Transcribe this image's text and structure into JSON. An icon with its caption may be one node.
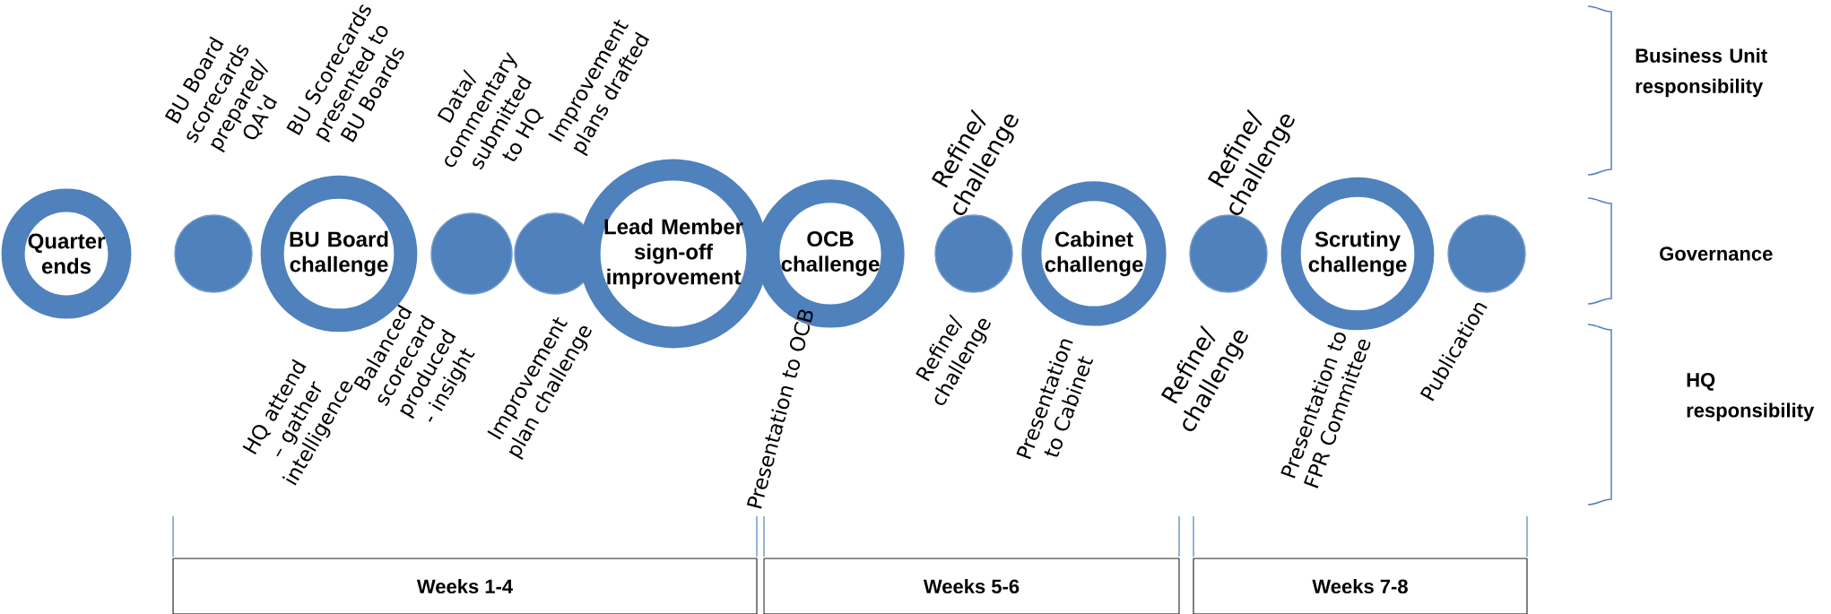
{
  "diagram": {
    "nodes": [
      {
        "text": [
          "Quarter ends"
        ]
      },
      {
        "text": [],
        "shape": "circle"
      },
      {
        "text": [
          "BU Board challenge"
        ]
      },
      {
        "text": [],
        "shape": "circle"
      },
      {
        "text": [],
        "shape": "circle"
      },
      {
        "text": [
          "Lead Member sign-off improvement"
        ]
      },
      {
        "text": [
          "OCB challenge"
        ]
      },
      {
        "text": [],
        "shape": "circle"
      },
      {
        "text": [
          "Cabinet challenge"
        ]
      },
      {
        "text": [],
        "shape": "circle"
      },
      {
        "text": [
          "Scrutiny challenge"
        ]
      },
      {
        "text": [],
        "shape": "circle"
      },
      {
        "text": [
          "Weeks 1-4"
        ]
      },
      {
        "text": [
          "Weeks 5-6"
        ]
      },
      {
        "text": [
          "Weeks 7-8"
        ]
      }
    ],
    "labels": [
      "BU Board scorecards prepared/ QA'd",
      "BU Scorecards presented to BU Boards",
      "Data/ commentary submitted to HQ",
      "Improvement plans drafted",
      "Refine/ challenge",
      "Refine/ challenge",
      "HQ attend – gather intelligence",
      "Balanced scorecard produced - insight",
      "Improvement plan challenge",
      "Presentation to OCB",
      "Refine/ challenge",
      "Presentation to Cabinet",
      "Refine/ challenge",
      "Presentation to FPR Committee",
      "Publication",
      "Business Unit responsibility",
      "Governance",
      "HQ responsibility"
    ]
  }
}
